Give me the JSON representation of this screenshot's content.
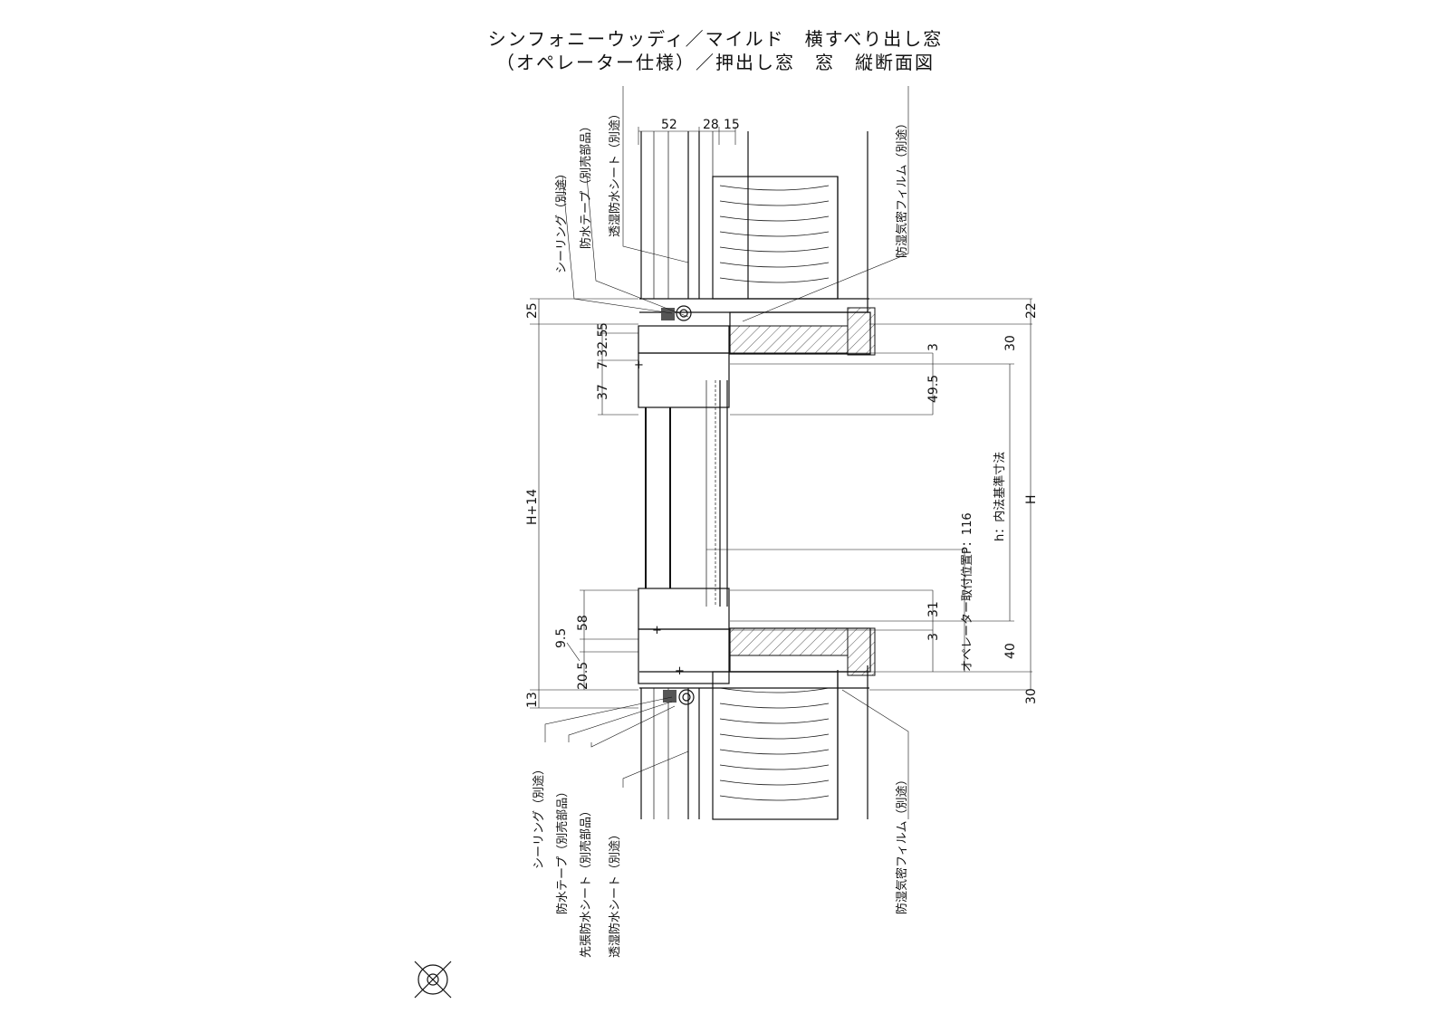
{
  "title": {
    "line1": "シンフォニーウッディ／マイルド　横すべり出し窓",
    "line2": "（オペレーター仕様）／押出し窓　窓　縦断面図"
  },
  "labels_top": {
    "sealing": "シーリング（別途）",
    "waterproof_tape": "防水テープ（別売部品）",
    "breathable_sheet": "透湿防水シート（別途）",
    "vapor_film": "防湿気密フィルム（別途）"
  },
  "labels_bottom": {
    "sealing": "シーリング（別途）",
    "waterproof_tape": "防水テープ（別売部品）",
    "pretension_sheet": "先張防水シート（別売部品）",
    "breathable_sheet": "透湿防水シート（別途）",
    "vapor_film": "防湿気密フィルム（別途）"
  },
  "dimensions_top": [
    "52",
    "28",
    "15"
  ],
  "dimensions_left": {
    "d25": "25",
    "d5": "5",
    "d7325": "7 32.5",
    "d37": "37",
    "h14": "H+14",
    "d58": "58",
    "d95": "9.5",
    "d205": "20.5",
    "d13": "13"
  },
  "dimensions_right": {
    "d22": "22",
    "d30a": "30",
    "d3a": "3",
    "d495": "49.5",
    "H": "H",
    "h_inner": "h：内法基準寸法",
    "operator": "オペレーター取付位置P：116",
    "d31": "31",
    "d3b": "3",
    "d40": "40",
    "d30b": "30"
  },
  "icons": {
    "north": "north-mark-icon"
  }
}
